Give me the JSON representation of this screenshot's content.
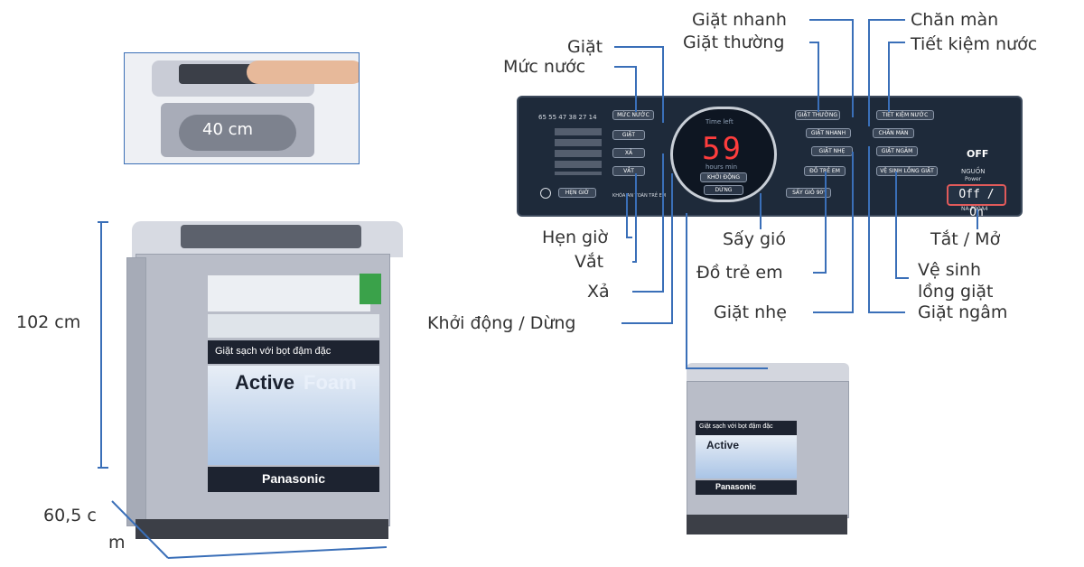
{
  "dimensions": {
    "lid_width": "40 cm",
    "height": "102 cm",
    "depth_line1": "60,5 c",
    "depth_line2": "m"
  },
  "callouts": {
    "giat_nhanh": "Giặt nhanh",
    "giat_thuong": "Giặt thường",
    "chan_man": "Chăn màn",
    "tiet_kiem_nuoc": "Tiết kiệm nước",
    "giat": "Giặt",
    "muc_nuoc": "Mức nước",
    "hen_gio": "Hẹn giờ",
    "vat": "Vắt",
    "xa": "Xả",
    "khoi_dong_dung": "Khởi động / Dừng",
    "say_gio": "Sấy gió",
    "do_tre_em": "Đồ trẻ em",
    "giat_nhe": "Giặt nhẹ",
    "tat_mo": "Tắt / Mở",
    "ve_sinh_1": "Vệ sinh",
    "ve_sinh_2": "lồng giặt",
    "giat_ngam": "Giặt ngâm"
  },
  "panel": {
    "display": "59",
    "time_left": "Time left",
    "hours_min": "hours   min",
    "water_levels": "65 55 47 38 27 14",
    "btn_muc_nuoc": "MỨC NƯỚC",
    "btn_giat": "GIẶT",
    "btn_xa": "XẢ",
    "btn_vat": "VẮT",
    "btn_hen_gio": "HẸN GIỜ",
    "btn_khoi_dong": "KHỞI ĐỘNG",
    "btn_dung": "DỪNG",
    "btn_giat_thuong": "GIẶT THƯỜNG",
    "btn_giat_nhanh": "GIẶT NHANH",
    "btn_giat_nhe": "GIẶT NHẸ",
    "btn_do_tre_em": "ĐỒ TRẺ EM",
    "btn_say_gio": "SẤY GIÓ 90'",
    "btn_tiet_kiem": "TIẾT KIỆM NƯỚC",
    "btn_chan_man": "CHĂN MÀN",
    "btn_giat_ngam": "GIẶT NGÂM",
    "btn_ve_sinh": "VỆ SINH LỒNG GIẶT",
    "child_lock": "KHÓA AN TOÀN TRẺ EM",
    "auto_off": "OFF",
    "power_label": "NGUỒN",
    "power_sub": "Power",
    "power_btn": "Off / On",
    "model": "NA-F90A4"
  },
  "machine": {
    "slogan": "Giặt sạch với bọt đậm đặc",
    "feature_active": "Active",
    "feature_foam": "Foam",
    "brand": "Panasonic"
  }
}
